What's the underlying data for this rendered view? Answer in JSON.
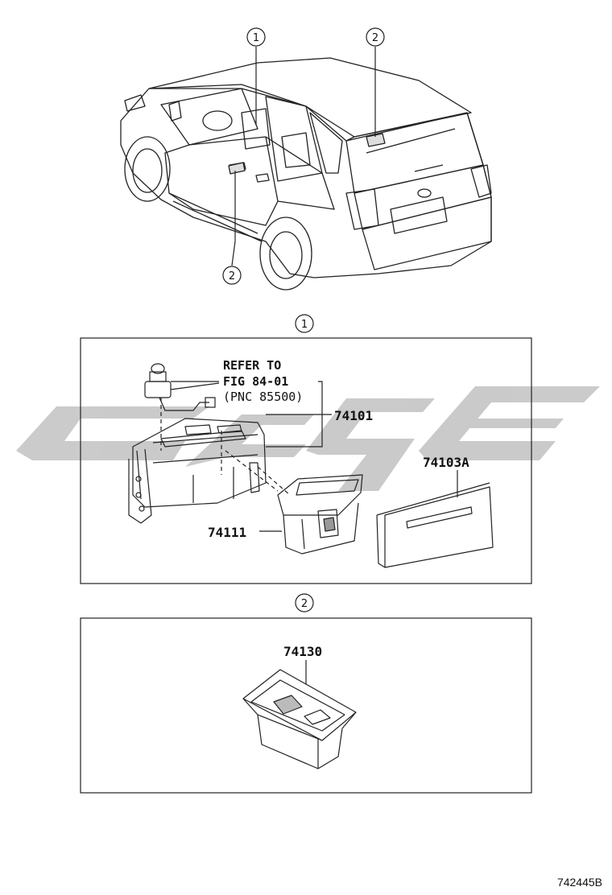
{
  "overview": {
    "callouts": [
      {
        "num": "1"
      },
      {
        "num": "2"
      },
      {
        "num": "2"
      }
    ]
  },
  "section1": {
    "marker": "1",
    "refer": {
      "line1": "REFER TO",
      "line2": "FIG 84-01",
      "line3": "(PNC 85500)"
    },
    "parts": [
      {
        "number": "74101"
      },
      {
        "number": "74103A"
      },
      {
        "number": "74111"
      }
    ]
  },
  "section2": {
    "marker": "2",
    "parts": [
      {
        "number": "74130"
      }
    ]
  },
  "drawing_number": "742445B",
  "watermark_color": "#c8c8c8"
}
